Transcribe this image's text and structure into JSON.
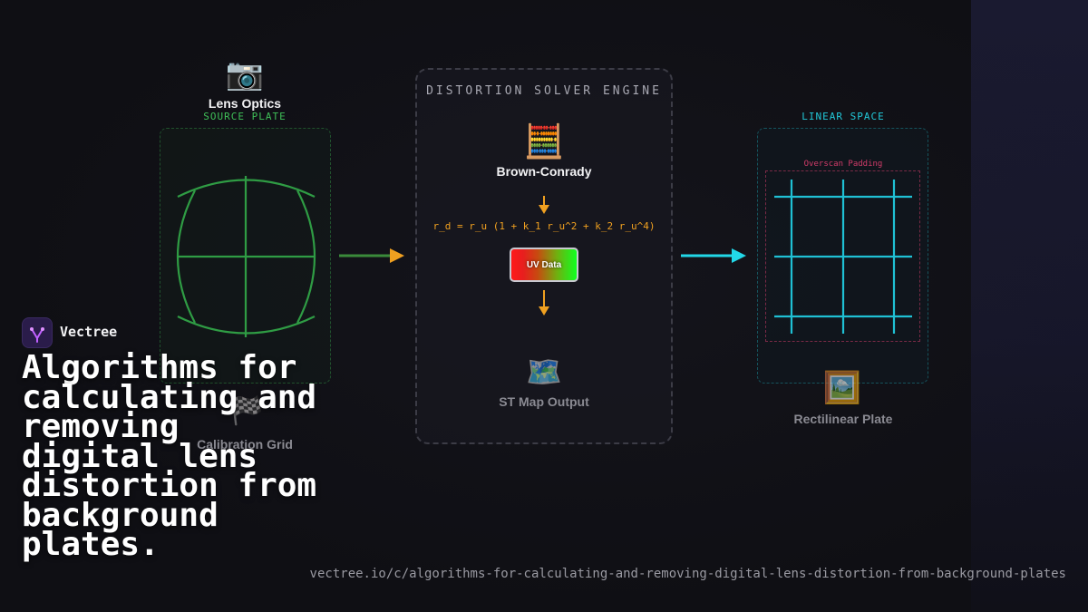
{
  "brand": {
    "name": "Vectree",
    "headline": "Algorithms for calculating and removing digital lens distortion from background plates.",
    "url": "vectree.io/c/algorithms-for-calculating-and-removing-digital-lens-distortion-from-background-plates",
    "logo_icon": "vectree-logo-icon"
  },
  "diagram": {
    "source": {
      "icon": "camera-icon",
      "icon_glyph": "📷",
      "title": "Lens Optics",
      "subtitle": "SOURCE PLATE",
      "bottom_icon": "checkered-flag-icon",
      "bottom_icon_glyph": "🏁",
      "bottom_label": "Calibration Grid",
      "accent": "#3fbf58"
    },
    "engine": {
      "title": "DISTORTION SOLVER ENGINE",
      "model_icon": "abacus-icon",
      "model_icon_glyph": "🧮",
      "model_label": "Brown-Conrady",
      "formula": "r_d = r_u (1 + k_1 r_u^2 + k_2 r_u^4)",
      "uv_label": "UV Data",
      "output_icon": "map-icon",
      "output_icon_glyph": "🗺️",
      "output_label": "ST Map Output",
      "accent": "#f0a020"
    },
    "result": {
      "subtitle": "LINEAR SPACE",
      "overscan_label": "Overscan Padding",
      "bottom_icon": "framed-picture-icon",
      "bottom_icon_glyph": "🖼️",
      "bottom_label": "Rectilinear Plate",
      "accent": "#22c8d8",
      "overscan_color": "#d23c6a"
    }
  }
}
